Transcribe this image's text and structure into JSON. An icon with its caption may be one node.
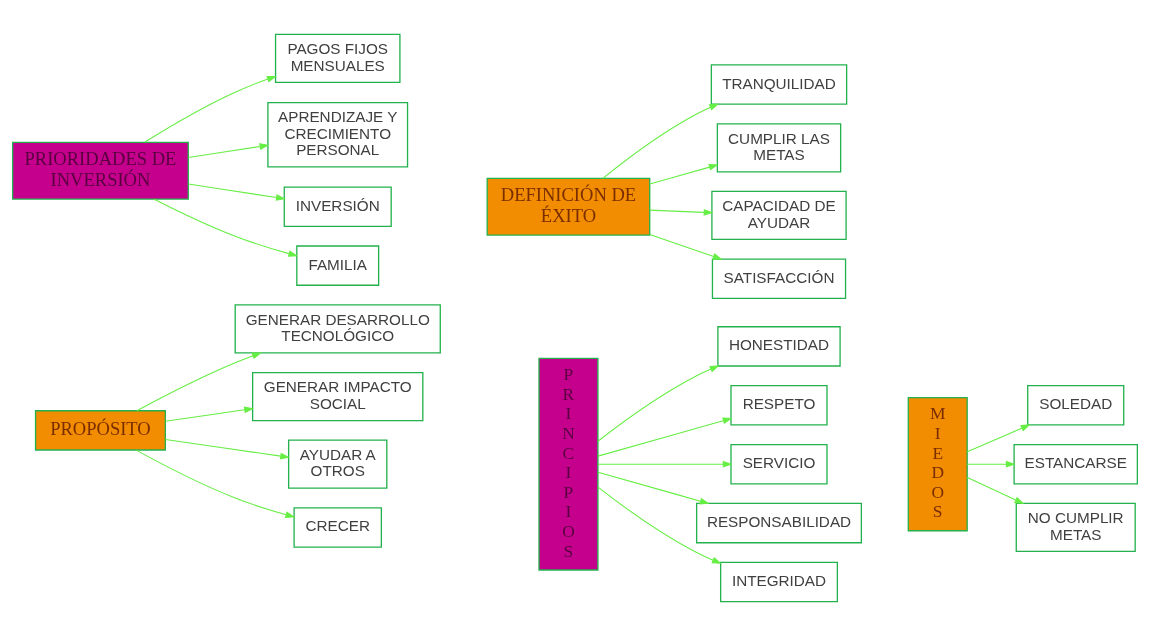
{
  "diagram": {
    "nodes": [
      {
        "text": [
          "PROPÓSITO"
        ]
      },
      {
        "text": [
          "GENERAR DESARROLLO TECNOLÓGICO"
        ]
      },
      {
        "text": [
          "GENERAR IMPACTO SOCIAL"
        ]
      },
      {
        "text": [
          "AYUDAR A OTROS"
        ]
      },
      {
        "text": [
          "CRECER"
        ]
      },
      {
        "text": [
          "PRINCIPIOS"
        ]
      },
      {
        "text": [
          "HONESTIDAD"
        ]
      },
      {
        "text": [
          "RESPETO"
        ]
      },
      {
        "text": [
          "SERVICIO"
        ]
      },
      {
        "text": [
          "RESPONSABILIDAD"
        ]
      },
      {
        "text": [
          "INTEGRIDAD"
        ]
      },
      {
        "text": [
          "MIEDOS"
        ]
      },
      {
        "text": [
          "SOLEDAD"
        ]
      },
      {
        "text": [
          "ESTANCARSE"
        ]
      },
      {
        "text": [
          "NO CUMPLIR METAS"
        ]
      },
      {
        "text": [
          "PRIORIDADES DE INVERSIÓN"
        ]
      },
      {
        "text": [
          "PAGOS FIJOS MENSUALES"
        ]
      },
      {
        "text": [
          "APRENDIZAJE Y CRECIMIENTO PERSONAL"
        ]
      },
      {
        "text": [
          "INVERSIÓN"
        ]
      },
      {
        "text": [
          "FAMILIA"
        ]
      },
      {
        "text": [
          "DEFINICIÓN DE ÉXITO"
        ]
      },
      {
        "text": [
          "TRANQUILIDAD"
        ]
      },
      {
        "text": [
          "CUMPLIR LAS METAS"
        ]
      },
      {
        "text": [
          "CAPACIDAD DE AYUDAR"
        ]
      },
      {
        "text": [
          "SATISFACCIÓN"
        ]
      }
    ],
    "edges": [
      {
        "from": 0,
        "to": 1,
        "arrow": "to"
      },
      {
        "from": 0,
        "to": 2,
        "arrow": "to"
      },
      {
        "from": 0,
        "to": 3,
        "arrow": "to"
      },
      {
        "from": 0,
        "to": 4,
        "arrow": "to"
      },
      {
        "from": 5,
        "to": 6,
        "arrow": "to"
      },
      {
        "from": 5,
        "to": 7,
        "arrow": "to"
      },
      {
        "from": 5,
        "to": 8,
        "arrow": "to"
      },
      {
        "from": 5,
        "to": 9,
        "arrow": "to"
      },
      {
        "from": 5,
        "to": 10,
        "arrow": "to"
      },
      {
        "from": 11,
        "to": 12,
        "arrow": "to"
      },
      {
        "from": 11,
        "to": 13,
        "arrow": "to"
      },
      {
        "from": 11,
        "to": 14,
        "arrow": "to"
      },
      {
        "from": 15,
        "to": 16,
        "arrow": "to"
      },
      {
        "from": 15,
        "to": 17,
        "arrow": "to"
      },
      {
        "from": 15,
        "to": 18,
        "arrow": "to"
      },
      {
        "from": 15,
        "to": 19,
        "arrow": "to"
      },
      {
        "from": 20,
        "to": 21,
        "arrow": "to"
      },
      {
        "from": 20,
        "to": 22,
        "arrow": "to"
      },
      {
        "from": 20,
        "to": 23,
        "arrow": "to"
      },
      {
        "from": 20,
        "to": 24,
        "arrow": "to"
      }
    ]
  }
}
